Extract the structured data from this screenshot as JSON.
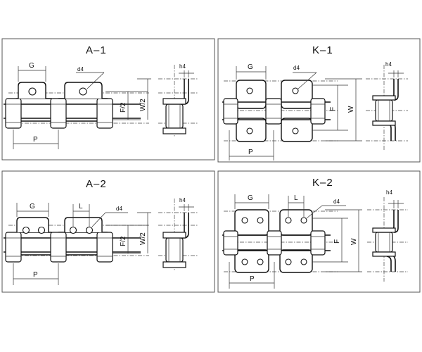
{
  "panels": [
    {
      "id": "a1",
      "title": "A–1",
      "labels": {
        "g": "G",
        "d4": "d4",
        "p": "P",
        "f2": "F/2",
        "w2": "W/2",
        "h4": "h4"
      }
    },
    {
      "id": "k1",
      "title": "K–1",
      "labels": {
        "g": "G",
        "d4": "d4",
        "p": "P",
        "f": "F",
        "w": "W",
        "h4": "h4"
      }
    },
    {
      "id": "a2",
      "title": "A–2",
      "labels": {
        "g": "G",
        "l": "L",
        "d4": "d4",
        "p": "P",
        "f2": "F/2",
        "w2": "W/2",
        "h4": "h4"
      }
    },
    {
      "id": "k2",
      "title": "K–2",
      "labels": {
        "g": "G",
        "l": "L",
        "d4": "d4",
        "p": "P",
        "f": "F",
        "w": "W",
        "h4": "h4"
      }
    }
  ]
}
